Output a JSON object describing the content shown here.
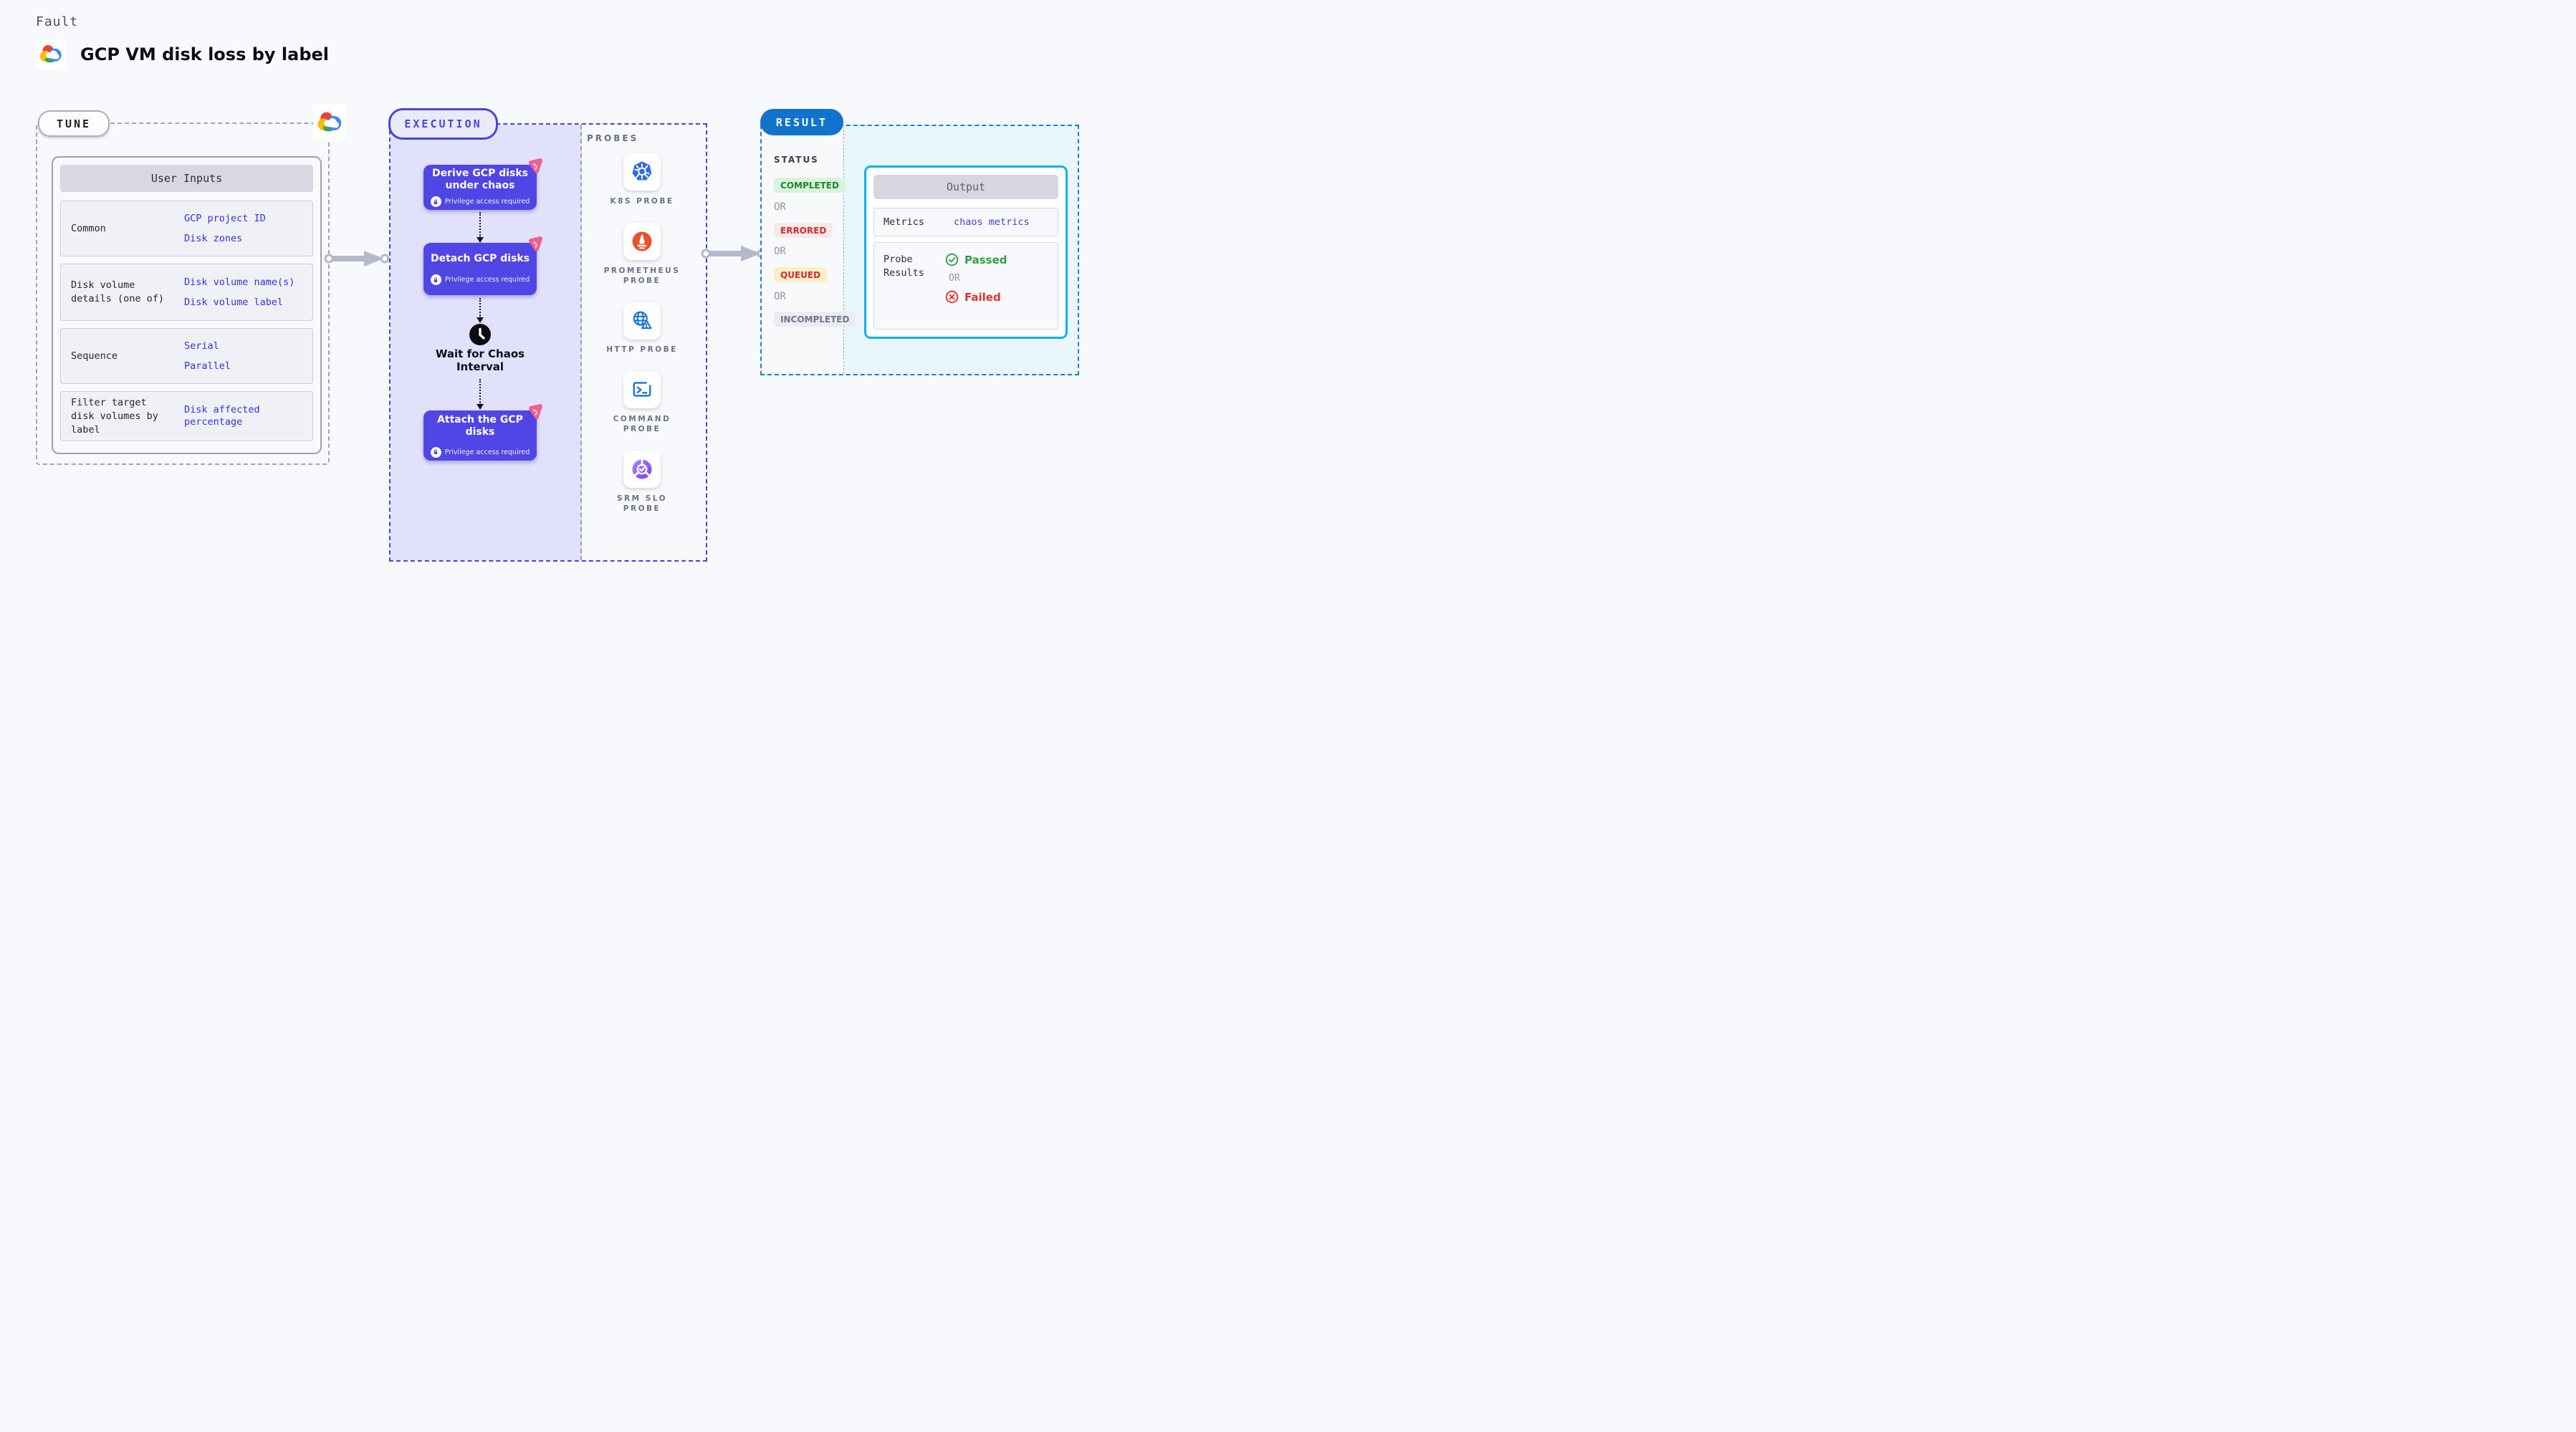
{
  "page": {
    "kicker": "Fault",
    "title": "GCP VM disk loss by label"
  },
  "colors": {
    "accent_indigo": "#4F46E5",
    "execution_border": "#4B44D8",
    "lavender": "#E2E1FB",
    "result_blue": "#1273CC",
    "result_border": "#1C7ED6",
    "output_border": "#10B3E8",
    "link_blue": "#3530E4",
    "status_green": "#188A2E",
    "status_red": "#CC2D2D",
    "status_amber_bg": "#FAF0C8",
    "status_gray": "#6F7688",
    "chaos_pink": "#F2608F",
    "arrow_gray": "#B6B9C7",
    "kubernetes_blue": "#326CE5",
    "prometheus_orange": "#E6522C"
  },
  "tune": {
    "badge": "TUNE",
    "table_header": "User Inputs",
    "rows": [
      {
        "label": "Common",
        "links": [
          "GCP project ID",
          "Disk zones"
        ]
      },
      {
        "label": "Disk volume details (one of)",
        "links": [
          "Disk volume name(s)",
          "Disk volume label"
        ]
      },
      {
        "label": "Sequence",
        "links": [
          "Serial",
          "Parallel"
        ]
      },
      {
        "label": "Filter target disk volumes by label",
        "links": [
          "Disk affected percentage"
        ]
      }
    ]
  },
  "execution": {
    "badge": "EXECUTION",
    "nodes": [
      {
        "label": "Derive GCP disks under chaos",
        "privilege": "Privilege access required"
      },
      {
        "label": "Detach GCP disks",
        "privilege": "Privilege access required"
      },
      {
        "label": "Attach the GCP disks",
        "privilege": "Privilege access required"
      }
    ],
    "wait_label": "Wait for Chaos Interval"
  },
  "probes": {
    "header": "PROBES",
    "items": [
      {
        "name": "K8S PROBE",
        "icon": "kubernetes-icon"
      },
      {
        "name": "PROMETHEUS PROBE",
        "icon": "prometheus-icon"
      },
      {
        "name": "HTTP PROBE",
        "icon": "http-globe-warning-icon"
      },
      {
        "name": "COMMAND PROBE",
        "icon": "terminal-icon"
      },
      {
        "name": "SRM SLO PROBE",
        "icon": "srm-slo-icon"
      }
    ]
  },
  "result": {
    "badge": "RESULT",
    "status_header": "STATUS",
    "or_label": "OR",
    "statuses": [
      {
        "label": "COMPLETED"
      },
      {
        "label": "ERRORED"
      },
      {
        "label": "QUEUED"
      },
      {
        "label": "INCOMPLETED"
      }
    ],
    "output": {
      "header": "Output",
      "metrics_label": "Metrics",
      "metrics_value": "chaos metrics",
      "probe_results_label": "Probe Results",
      "passed": "Passed",
      "or_label": "OR",
      "failed": "Failed"
    }
  }
}
